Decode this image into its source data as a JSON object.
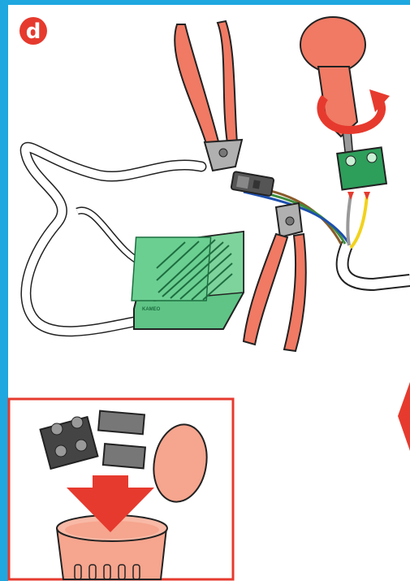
{
  "step": {
    "label": "d"
  },
  "device": {
    "logo": "KAMEO"
  },
  "colors": {
    "frame_blue": "#1fa7e0",
    "accent_red": "#e63a2e",
    "tool_salmon": "#f07a64",
    "housing_green": "#5fc486",
    "terminal_green": "#2e9e5b",
    "bin_salmon": "#f6a58e",
    "wire_yellow": "#f2d21c",
    "wire_brown": "#8a5a2b"
  },
  "icons": {
    "step": "step-d-badge",
    "cut": "pliers-icon",
    "tighten": "screwdriver-icon",
    "rotate": "rotate-arrow-icon",
    "dispose": "trash-bin-icon",
    "discard": "down-arrow-icon"
  }
}
